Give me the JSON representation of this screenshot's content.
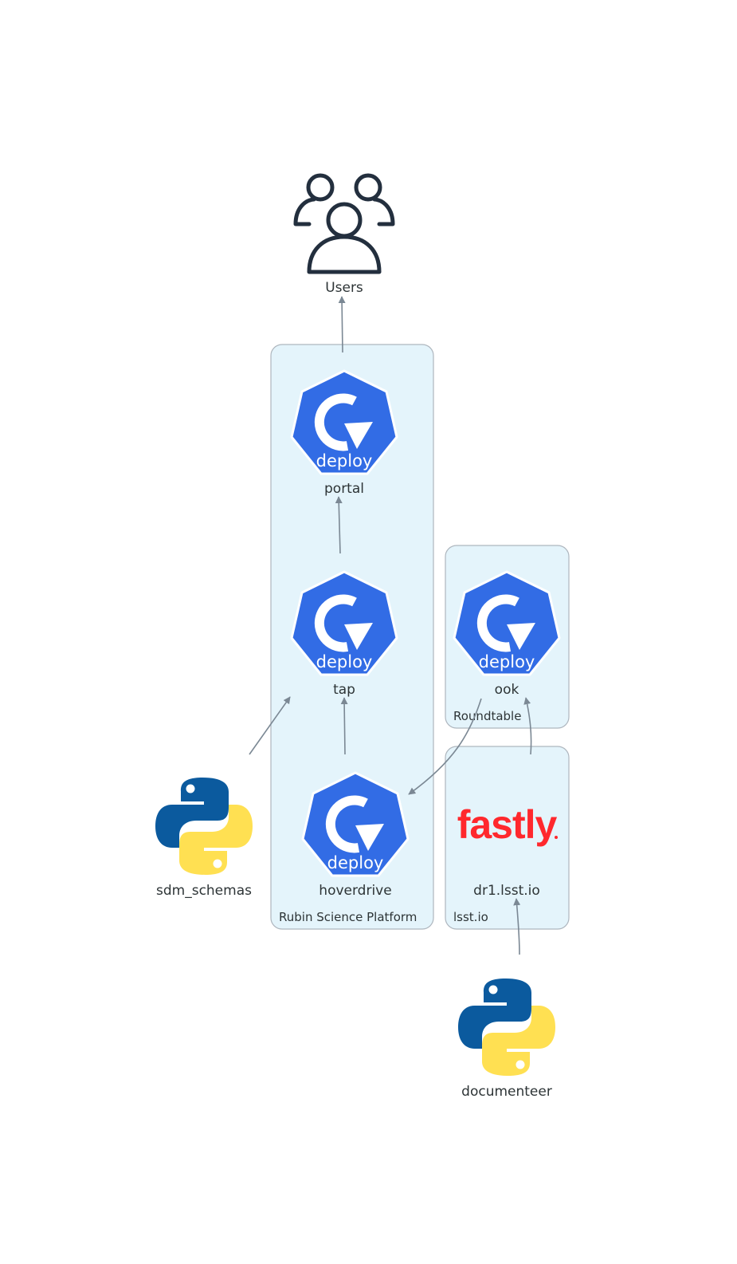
{
  "clusters": {
    "rsp": {
      "label": "Rubin Science Platform"
    },
    "roundtable": {
      "label": "Roundtable"
    },
    "lsstio": {
      "label": "lsst.io"
    }
  },
  "nodes": {
    "users": {
      "label": "Users",
      "icon": "users-icon"
    },
    "portal": {
      "label": "portal",
      "badge": "deploy",
      "icon": "kubernetes-deploy-icon"
    },
    "tap": {
      "label": "tap",
      "badge": "deploy",
      "icon": "kubernetes-deploy-icon"
    },
    "hoverdrive": {
      "label": "hoverdrive",
      "badge": "deploy",
      "icon": "kubernetes-deploy-icon"
    },
    "ook": {
      "label": "ook",
      "badge": "deploy",
      "icon": "kubernetes-deploy-icon"
    },
    "dr1": {
      "label": "dr1.lsst.io",
      "logo_text": "fastly",
      "icon": "fastly-logo"
    },
    "sdm_schemas": {
      "label": "sdm_schemas",
      "icon": "python-logo"
    },
    "documenteer": {
      "label": "documenteer",
      "icon": "python-logo"
    }
  },
  "edges": [
    {
      "from": "portal",
      "to": "users"
    },
    {
      "from": "tap",
      "to": "portal"
    },
    {
      "from": "hoverdrive",
      "to": "tap"
    },
    {
      "from": "sdm_schemas",
      "to": "tap"
    },
    {
      "from": "ook",
      "to": "hoverdrive"
    },
    {
      "from": "dr1",
      "to": "ook"
    },
    {
      "from": "documenteer",
      "to": "dr1"
    }
  ],
  "colors": {
    "cluster_fill": "#e4f4fb",
    "cluster_stroke": "#aeb6be",
    "k8s_blue": "#326ce5",
    "edge": "#7b8894",
    "fastly_red": "#ff282d",
    "python_blue": "#0b5a9e",
    "python_yellow": "#ffe052",
    "users_stroke": "#232f3e"
  }
}
